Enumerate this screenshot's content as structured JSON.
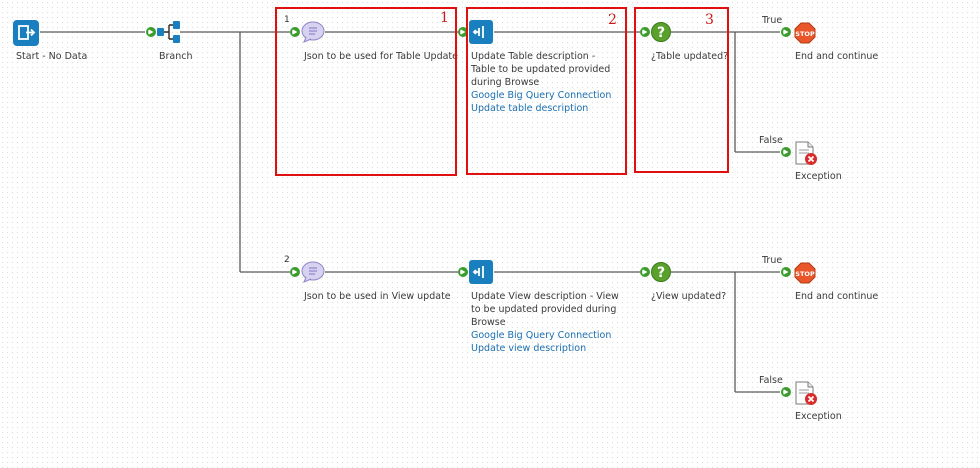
{
  "start": {
    "label": "Start - No Data",
    "icon": "start-icon"
  },
  "branch": {
    "label": "Branch",
    "icon": "branch-icon"
  },
  "rows": [
    {
      "branch_number": "1",
      "json_label": "Json to be used for Table Update",
      "update_label": "Update Table description - Table to be updated provided during Browse",
      "connection_link": "Google Big Query Connection",
      "operation_link": "Update table description",
      "decision_label": "¿Table updated?",
      "true_label": "True",
      "false_label": "False",
      "end_label": "End and continue",
      "exception_label": "Exception"
    },
    {
      "branch_number": "2",
      "json_label": "Json to be used in View update",
      "update_label": "Update View description - View to be updated provided during Browse",
      "connection_link": "Google Big Query Connection",
      "operation_link": "Update view description",
      "decision_label": "¿View updated?",
      "true_label": "True",
      "false_label": "False",
      "end_label": "End and continue",
      "exception_label": "Exception"
    }
  ],
  "highlights": [
    {
      "number": "1"
    },
    {
      "number": "2"
    },
    {
      "number": "3"
    }
  ],
  "colors": {
    "highlight": "#e01010",
    "link": "#1c6fb0",
    "stop": "#e8562a",
    "decision": "#5aa02c",
    "connector": "#1a7fbf"
  }
}
